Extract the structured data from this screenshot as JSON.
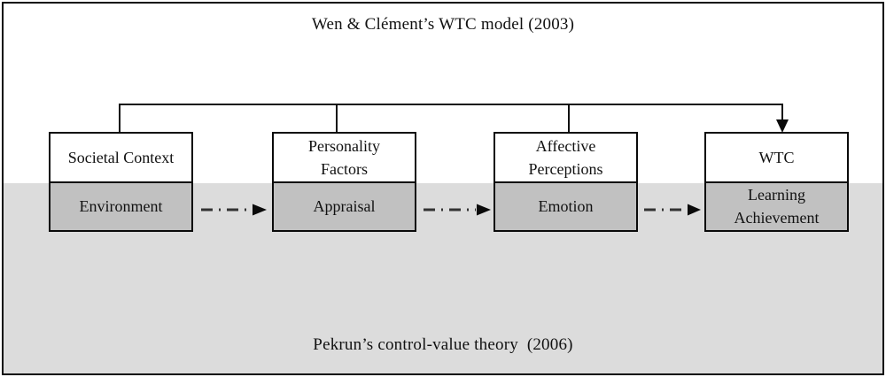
{
  "diagram": {
    "top_label": "Wen & Clément’s WTC model (2003)",
    "bottom_label": "Pekrun’s control-value theory  (2006)",
    "boxes": [
      {
        "top": "Societal Context",
        "bottom": "Environment"
      },
      {
        "top": "Personality Factors",
        "bottom": "Appraisal"
      },
      {
        "top": "Affective Perceptions",
        "bottom": "Emotion"
      },
      {
        "top": "WTC",
        "bottom": "Learning Achievement"
      }
    ],
    "colors": {
      "background_band": "#dcdcdc",
      "box_bottom_fill": "#c1c1c1",
      "line": "#111111",
      "dash_arrow": "#333333"
    }
  }
}
